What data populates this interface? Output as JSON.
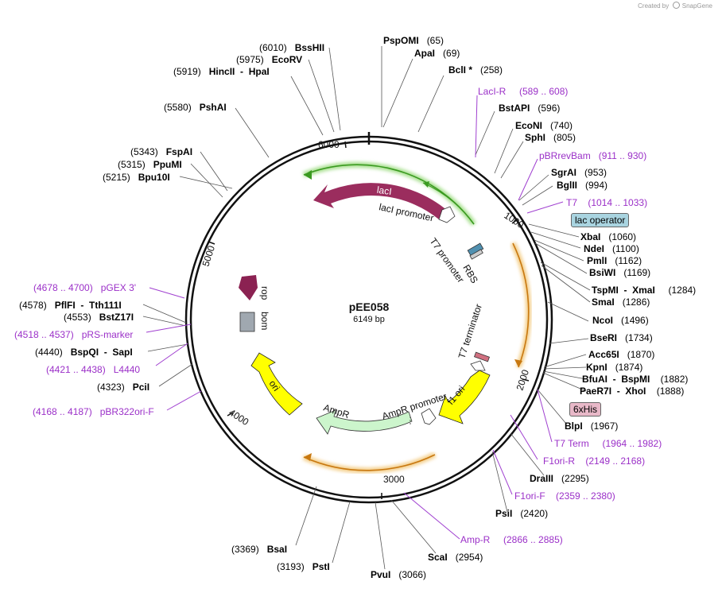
{
  "header": {
    "created_by": "Created by",
    "app": "SnapGene"
  },
  "plasmid": {
    "name": "pEE058",
    "size_label": "6149 bp",
    "length": 6149
  },
  "ticks": [
    "1000",
    "2000",
    "3000",
    "4000",
    "5000",
    "6000"
  ],
  "sites": [
    {
      "name": "PspOMI",
      "pos": "(65)"
    },
    {
      "name": "ApaI",
      "pos": "(69)"
    },
    {
      "name": "BclI *",
      "pos": "(258)"
    },
    {
      "name": "BstAPI",
      "pos": "(596)"
    },
    {
      "name": "EcoNI",
      "pos": "(740)"
    },
    {
      "name": "SphI",
      "pos": "(805)"
    },
    {
      "name": "SgrAI",
      "pos": "(953)"
    },
    {
      "name": "BglII",
      "pos": "(994)"
    },
    {
      "name": "XbaI",
      "pos": "(1060)"
    },
    {
      "name": "NdeI",
      "pos": "(1100)"
    },
    {
      "name": "PmlI",
      "pos": "(1162)"
    },
    {
      "name": "BsiWI",
      "pos": "(1169)"
    },
    {
      "name": "TspMI  -  XmaI",
      "pos": "(1284)"
    },
    {
      "name": "SmaI",
      "pos": "(1286)"
    },
    {
      "name": "NcoI",
      "pos": "(1496)"
    },
    {
      "name": "BseRI",
      "pos": "(1734)"
    },
    {
      "name": "Acc65I",
      "pos": "(1870)"
    },
    {
      "name": "KpnI",
      "pos": "(1874)"
    },
    {
      "name": "BfuAI  -  BspMI",
      "pos": "(1882)"
    },
    {
      "name": "PaeR7I  -  XhoI",
      "pos": "(1888)"
    },
    {
      "name": "BlpI",
      "pos": "(1967)"
    },
    {
      "name": "DraIII",
      "pos": "(2295)"
    },
    {
      "name": "PsiI",
      "pos": "(2420)"
    },
    {
      "name": "ScaI",
      "pos": "(2954)"
    },
    {
      "name": "PvuI",
      "pos": "(3066)"
    },
    {
      "name": "PstI",
      "pos": "(3193)"
    },
    {
      "name": "BsaI",
      "pos": "(3369)"
    },
    {
      "name": "PciI",
      "pos": "(4323)"
    },
    {
      "name": "BspQI  -  SapI",
      "pos": "(4440)"
    },
    {
      "name": "BstZ17I",
      "pos": "(4553)"
    },
    {
      "name": "PflFI  -  Tth111I",
      "pos": "(4578)"
    },
    {
      "name": "Bpu10I",
      "pos": "(5215)"
    },
    {
      "name": "PpuMI",
      "pos": "(5315)"
    },
    {
      "name": "FspAI",
      "pos": "(5343)"
    },
    {
      "name": "PshAI",
      "pos": "(5580)"
    },
    {
      "name": "HincII  -  HpaI",
      "pos": "(5919)"
    },
    {
      "name": "EcoRV",
      "pos": "(5975)"
    },
    {
      "name": "BssHII",
      "pos": "(6010)"
    }
  ],
  "primers": [
    {
      "name": "LacI-R",
      "range": "(589 .. 608)"
    },
    {
      "name": "pBRrevBam",
      "range": "(911 .. 930)"
    },
    {
      "name": "T7",
      "range": "(1014 .. 1033)"
    },
    {
      "name": "T7 Term",
      "range": "(1964 .. 1982)"
    },
    {
      "name": "F1ori-R",
      "range": "(2149 .. 2168)"
    },
    {
      "name": "F1ori-F",
      "range": "(2359 .. 2380)"
    },
    {
      "name": "Amp-R",
      "range": "(2866 .. 2885)"
    },
    {
      "name": "pBR322ori-F",
      "range": "(4168 .. 4187)"
    },
    {
      "name": "L4440",
      "range": "(4421 .. 4438)"
    },
    {
      "name": "pRS-marker",
      "range": "(4518 .. 4537)"
    },
    {
      "name": "pGEX 3'",
      "range": "(4678 .. 4700)"
    }
  ],
  "boxed": [
    {
      "name": "lac operator",
      "color": "#a9d4e0"
    },
    {
      "name": "6xHis",
      "color": "#e8b8c8"
    }
  ],
  "features": {
    "lacI": "lacI",
    "lacI_promoter": "lacI promoter",
    "t7_promoter": "T7 promoter",
    "rbs": "RBS",
    "t7_terminator": "T7 terminator",
    "f1_ori": "f1 ori",
    "ampr_promoter": "AmpR promoter",
    "ampr": "AmpR",
    "ori": "ori",
    "rop": "rop",
    "bom": "bom"
  },
  "colors": {
    "lacI": "#9b2d5e",
    "ampr": "#ccf5cc",
    "yellow": "#ffff00",
    "rop": "#8b2252",
    "bom": "#a0a8b0",
    "green_glow": "#3a9a20",
    "orange_glow": "#c87810",
    "primer": "#9b30c8"
  }
}
